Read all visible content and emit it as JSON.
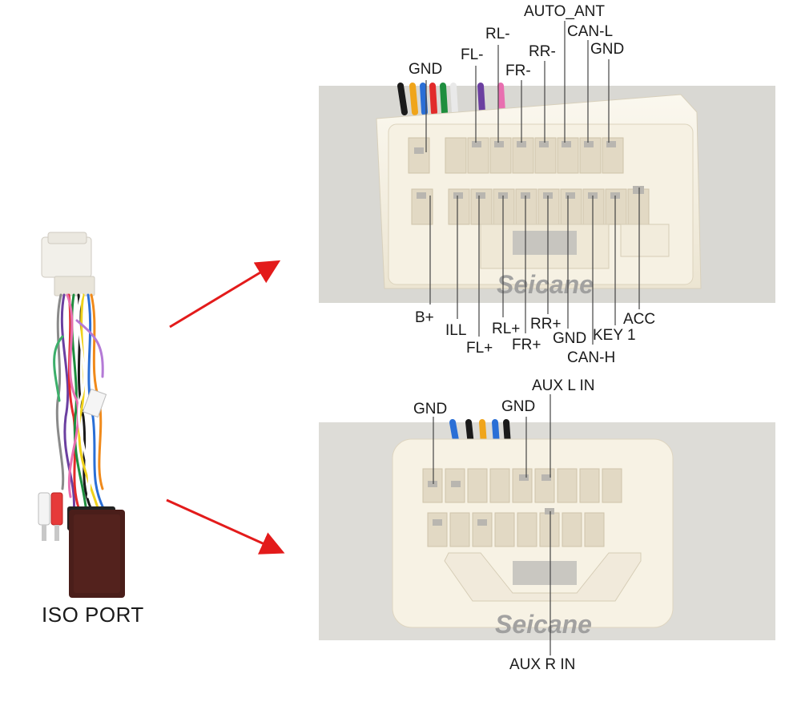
{
  "brand": "Seicane",
  "colors": {
    "arrow": "#e31b1b",
    "photo_bg": "#d9d8d3",
    "connector_body": "#f4efe2",
    "pin_metal": "#b9b6b0",
    "box_dark": "#4a1e1a"
  },
  "left_panel": {
    "label": "ISO PORT",
    "icon": "wire-harness-photo"
  },
  "top_connector": {
    "icon": "20-pin-connector-photo",
    "top_pins": [
      "GND",
      "FL-",
      "RL-",
      "FR-",
      "RR-",
      "AUTO_ANT",
      "CAN-L",
      "GND"
    ],
    "bottom_pins": [
      "B+",
      "ILL",
      "FL+",
      "RL+",
      "FR+",
      "RR+",
      "GND",
      "CAN-H",
      "KEY 1",
      "ACC"
    ]
  },
  "bottom_connector": {
    "icon": "aux-connector-photo",
    "top_pins": [
      "GND",
      "GND",
      "AUX L IN"
    ],
    "bottom_pins": [
      "AUX R IN"
    ]
  }
}
